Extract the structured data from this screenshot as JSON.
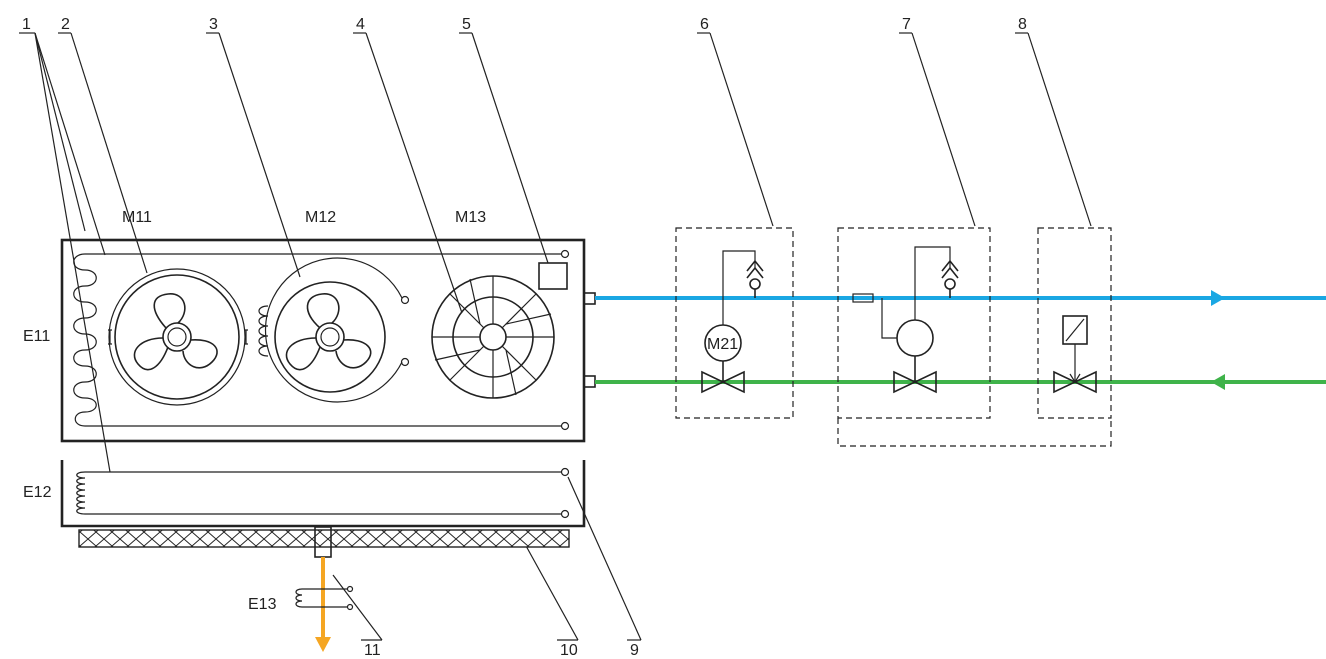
{
  "callouts": [
    "1",
    "2",
    "3",
    "4",
    "5",
    "6",
    "7",
    "8",
    "9",
    "10",
    "11"
  ],
  "component_labels": {
    "m11": "M11",
    "m12": "M12",
    "m13": "M13",
    "e11": "E11",
    "e12": "E12",
    "e13": "E13",
    "m21": "M21"
  },
  "colors": {
    "blue_line": "#1aa7e3",
    "green_line": "#3fb34a",
    "orange_drain": "#f5a623",
    "line": "#222222"
  },
  "icons": [
    "fan-icon",
    "radial-fan-icon",
    "check-valve-icon",
    "two-way-valve-icon",
    "solenoid-valve-icon",
    "heater-coil-icon",
    "flow-arrow-icon"
  ]
}
